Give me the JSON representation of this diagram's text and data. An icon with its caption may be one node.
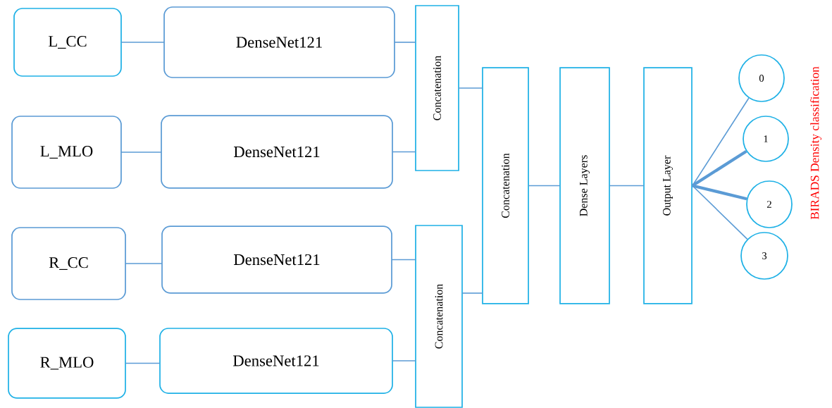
{
  "diagram": {
    "nodes": [
      {
        "text": [
          "L_CC"
        ]
      },
      {
        "text": [
          "DenseNet121"
        ]
      },
      {
        "text": [
          "L_MLO"
        ]
      },
      {
        "text": [
          "DenseNet121"
        ]
      },
      {
        "text": [
          "R_CC"
        ]
      },
      {
        "text": [
          "DenseNet121"
        ]
      },
      {
        "text": [
          "R_MLO"
        ]
      },
      {
        "text": [
          "DenseNet121"
        ]
      },
      {
        "text": [
          "Concatenation"
        ]
      },
      {
        "text": [
          "Concatenation"
        ]
      },
      {
        "text": [
          "Concatenation"
        ]
      },
      {
        "text": [
          "Dense Layers"
        ]
      },
      {
        "text": [
          "Output Layer"
        ]
      },
      {
        "text": [
          "0"
        ]
      },
      {
        "text": [
          "1"
        ]
      },
      {
        "text": [
          "2"
        ]
      },
      {
        "text": [
          "3"
        ]
      }
    ],
    "edges": [
      {
        "from": 0,
        "to": 1,
        "arrow": "none"
      },
      {
        "from": 2,
        "to": 3,
        "arrow": "none"
      },
      {
        "from": 4,
        "to": 5,
        "arrow": "none"
      },
      {
        "from": 6,
        "to": 7,
        "arrow": "none"
      },
      {
        "from": 1,
        "to": 8,
        "arrow": "none"
      },
      {
        "from": 3,
        "to": 8,
        "arrow": "none"
      },
      {
        "from": 5,
        "to": 9,
        "arrow": "none"
      },
      {
        "from": 7,
        "to": 9,
        "arrow": "none"
      },
      {
        "from": 8,
        "to": 10,
        "arrow": "none"
      },
      {
        "from": 9,
        "to": 10,
        "arrow": "none"
      },
      {
        "from": 10,
        "to": 11,
        "arrow": "none"
      },
      {
        "from": 11,
        "to": 12,
        "arrow": "none"
      },
      {
        "from": 12,
        "to": 13,
        "arrow": "none"
      },
      {
        "from": 12,
        "to": 14,
        "arrow": "none",
        "style": "thick"
      },
      {
        "from": 12,
        "to": 15,
        "arrow": "none",
        "style": "thick"
      },
      {
        "from": 12,
        "to": 16,
        "arrow": "none"
      }
    ],
    "labels": [
      "BIRADS Density classification"
    ]
  }
}
